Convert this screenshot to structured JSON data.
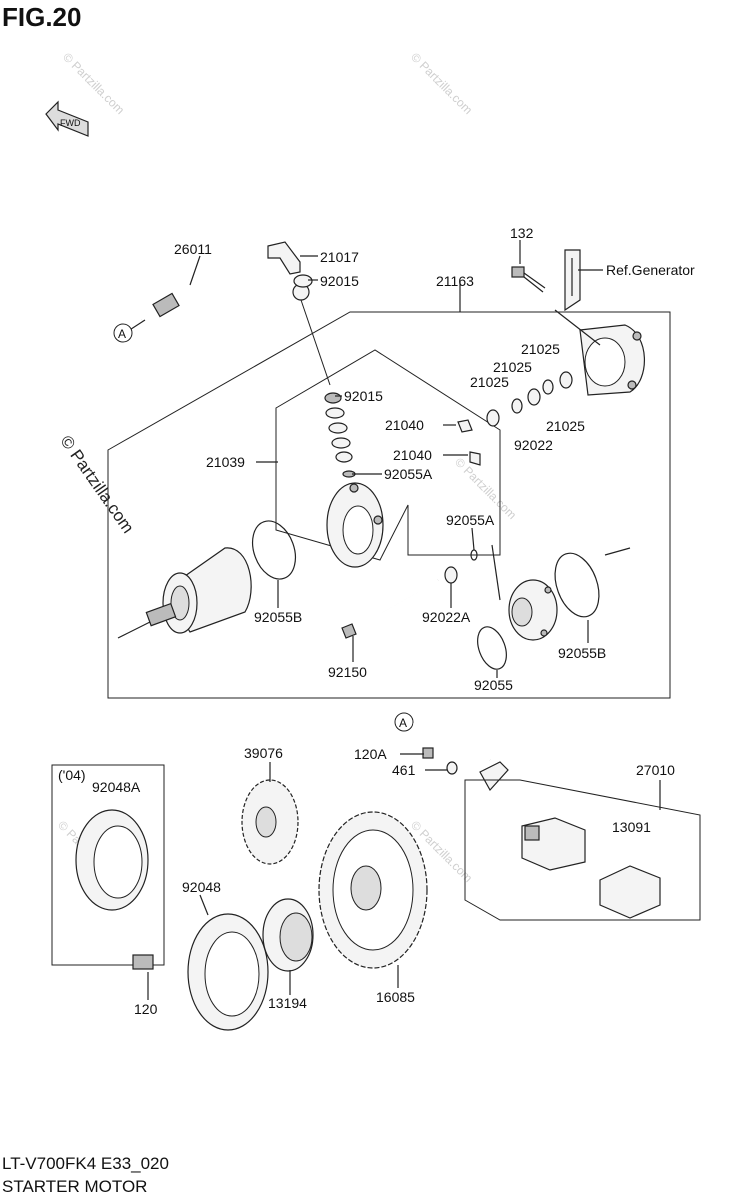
{
  "figure": {
    "title": "FIG.20",
    "code": "LT-V700FK4 E33_020",
    "name": "STARTER MOTOR"
  },
  "watermark": {
    "small": "© Partzilla.com",
    "large": "© Partzilla.com"
  },
  "fwd_label": "FWD",
  "callouts": {
    "a_top": "A",
    "a_bottom": "A",
    "p26011": "26011",
    "p21017": "21017",
    "p92015_top": "92015",
    "p21163": "21163",
    "p132": "132",
    "ref_generator": "Ref.Generator",
    "p92015_mid": "92015",
    "p21025_a": "21025",
    "p21025_b": "21025",
    "p21025_c": "21025",
    "p21025_d": "21025",
    "p92022": "92022",
    "p21040_a": "21040",
    "p21040_b": "21040",
    "p21039": "21039",
    "p92055A_a": "92055A",
    "p92055A_b": "92055A",
    "p92055B_left": "92055B",
    "p92022A": "92022A",
    "p92150": "92150",
    "p92055": "92055",
    "p92055B_right": "92055B",
    "p120A": "120A",
    "p461": "461",
    "p27010": "27010",
    "p13091": "13091",
    "p39076": "39076",
    "p04": "('04)",
    "p92048A": "92048A",
    "p92048": "92048",
    "p120": "120",
    "p13194": "13194",
    "p16085": "16085"
  }
}
